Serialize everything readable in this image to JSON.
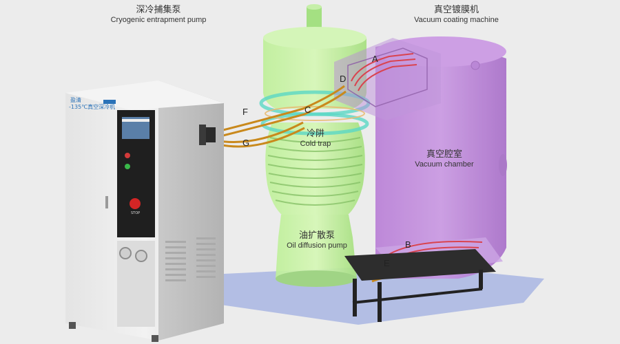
{
  "labels": {
    "cryo_pump": {
      "zh": "深冷捕集泵",
      "en": "Cryogenic entrapment pump"
    },
    "coating_machine": {
      "zh": "真空镀膜机",
      "en": "Vacuum coating machine"
    },
    "cold_trap": {
      "zh": "冷阱",
      "en": "Cold trap"
    },
    "vacuum_chamber": {
      "zh": "真空腔室",
      "en": "Vacuum chamber"
    },
    "oil_diffusion_pump": {
      "zh": "油扩散泵",
      "en": "Oil diffusion pump"
    }
  },
  "points": {
    "A": "A",
    "B": "B",
    "C": "C",
    "D": "D",
    "E": "E",
    "F": "F",
    "G": "G"
  },
  "cabinet": {
    "brand": "盈清",
    "model_label": "-135℃真空深冷机",
    "screen_label": "",
    "stop_label": "STOP"
  },
  "colors": {
    "pump_green": "#bff09a",
    "chamber_purple": "#b77bd6",
    "cold_trap_teal": "#4fd6c2",
    "copper_line": "#c9891c",
    "coil_red": "#d9434f",
    "base_plate_blue": "#a9b6e3"
  }
}
